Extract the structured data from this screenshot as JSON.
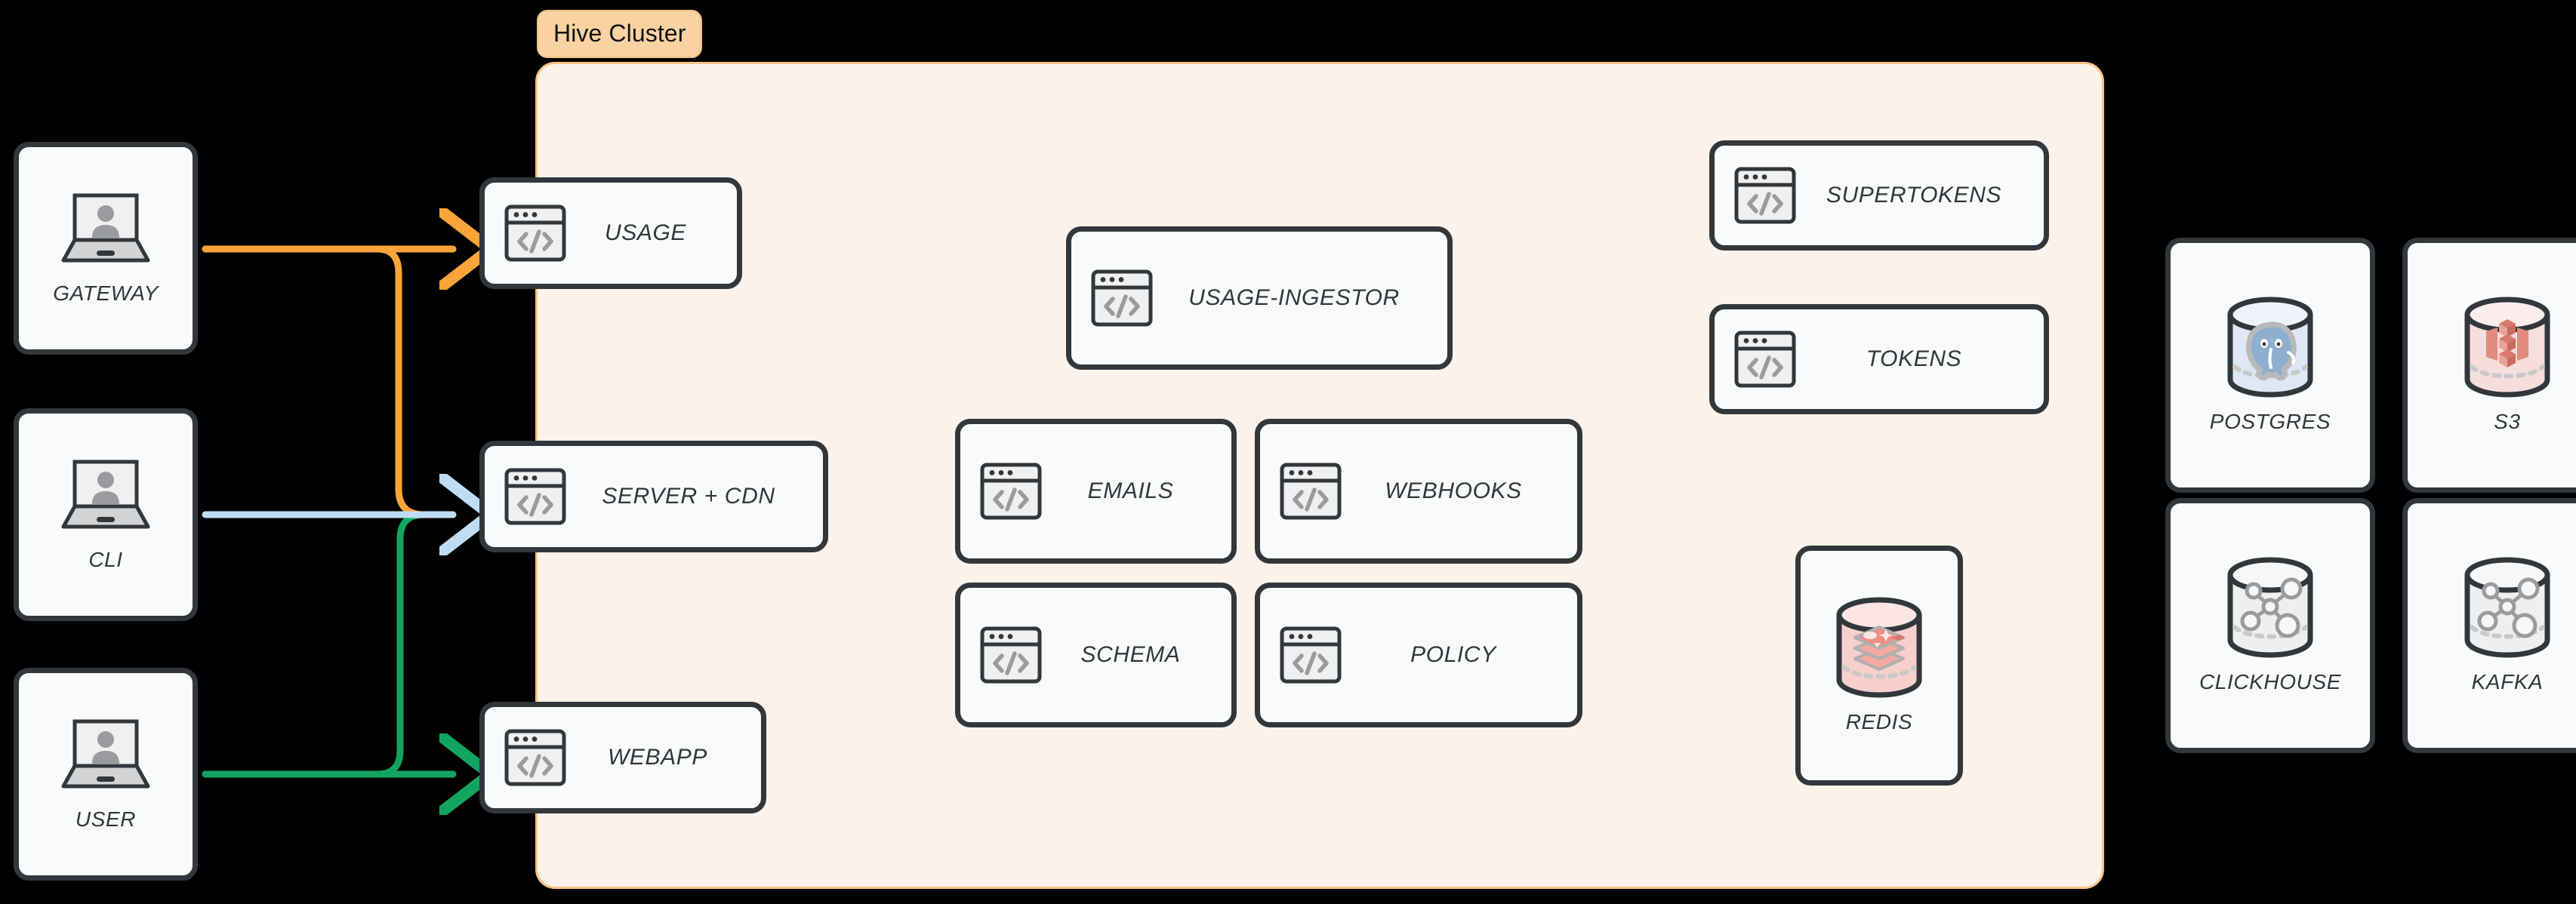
{
  "diagram": {
    "title": "Hive Cluster",
    "background_color": "#000000",
    "cluster": {
      "label": "Hive Cluster",
      "fill_color": "#FDF2EA",
      "border_color": "#F6C386",
      "chip_color": "#F8D2A0"
    },
    "clients": [
      {
        "id": "gateway",
        "label": "GATEWAY",
        "icon": "laptop-user-icon"
      },
      {
        "id": "cli",
        "label": "CLI",
        "icon": "laptop-user-icon"
      },
      {
        "id": "user",
        "label": "USER",
        "icon": "laptop-user-icon"
      }
    ],
    "edge_services": [
      {
        "id": "usage",
        "label": "USAGE",
        "icon": "code-window-icon"
      },
      {
        "id": "server-cdn",
        "label": "SERVER + CDN",
        "icon": "code-window-icon"
      },
      {
        "id": "webapp",
        "label": "WEBAPP",
        "icon": "code-window-icon"
      }
    ],
    "core_services": [
      {
        "id": "usage-ingestor",
        "label": "USAGE-INGESTOR",
        "icon": "code-window-icon"
      },
      {
        "id": "emails",
        "label": "EMAILS",
        "icon": "code-window-icon"
      },
      {
        "id": "webhooks",
        "label": "WEBHOOKS",
        "icon": "code-window-icon"
      },
      {
        "id": "schema",
        "label": "SCHEMA",
        "icon": "code-window-icon"
      },
      {
        "id": "policy",
        "label": "POLICY",
        "icon": "code-window-icon"
      }
    ],
    "auth_services": [
      {
        "id": "supertokens",
        "label": "SUPERTOKENS",
        "icon": "code-window-icon"
      },
      {
        "id": "tokens",
        "label": "TOKENS",
        "icon": "code-window-icon"
      }
    ],
    "cluster_datastores": [
      {
        "id": "redis",
        "label": "REDIS",
        "icon": "redis-database-icon",
        "tint": "#F7CFCB"
      }
    ],
    "external_datastores": [
      {
        "id": "postgres",
        "label": "POSTGRES",
        "icon": "postgres-database-icon",
        "tint": "#DDE7F5"
      },
      {
        "id": "s3",
        "label": "S3",
        "icon": "s3-database-icon",
        "tint": "#F6DEDC"
      },
      {
        "id": "clickhouse",
        "label": "CLICKHOUSE",
        "icon": "generic-database-icon",
        "tint": "#EFEFEF"
      },
      {
        "id": "kafka",
        "label": "KAFKA",
        "icon": "generic-database-icon",
        "tint": "#EFEFEF"
      }
    ],
    "connections": [
      {
        "id": "gateway-to-usage",
        "from": "GATEWAY",
        "to": "USAGE",
        "color": "#FAA43A",
        "style": "elbow-arrow"
      },
      {
        "id": "gateway-to-server-cdn",
        "from": "GATEWAY",
        "to": "SERVER + CDN",
        "color": "#FAA43A",
        "style": "elbow-arrow"
      },
      {
        "id": "cli-to-server-cdn",
        "from": "CLI",
        "to": "SERVER + CDN",
        "color": "#BEDDF5",
        "style": "straight-arrow"
      },
      {
        "id": "user-to-server-cdn",
        "from": "USER",
        "to": "SERVER + CDN",
        "color": "#12A55F",
        "style": "elbow-arrow"
      },
      {
        "id": "user-to-webapp",
        "from": "USER",
        "to": "WEBAPP",
        "color": "#12A55F",
        "style": "straight-arrow"
      }
    ]
  }
}
